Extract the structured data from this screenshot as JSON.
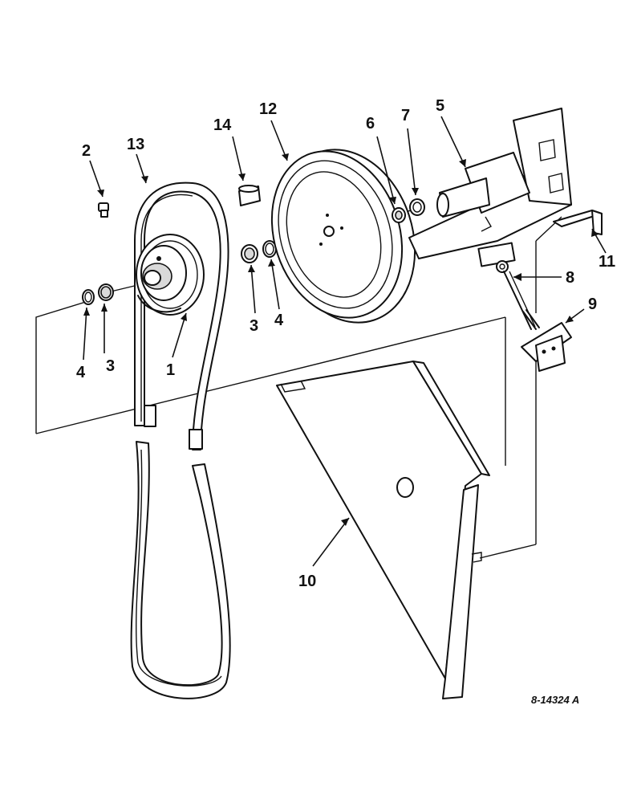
{
  "callouts": [
    {
      "id": "c1",
      "text": "1"
    },
    {
      "id": "c2",
      "text": "2"
    },
    {
      "id": "c3a",
      "text": "3"
    },
    {
      "id": "c3b",
      "text": "3"
    },
    {
      "id": "c4a",
      "text": "4"
    },
    {
      "id": "c4b",
      "text": "4"
    },
    {
      "id": "c5",
      "text": "5"
    },
    {
      "id": "c6",
      "text": "6"
    },
    {
      "id": "c7",
      "text": "7"
    },
    {
      "id": "c8",
      "text": "8"
    },
    {
      "id": "c9",
      "text": "9"
    },
    {
      "id": "c10",
      "text": "10"
    },
    {
      "id": "c11",
      "text": "11"
    },
    {
      "id": "c12",
      "text": "12"
    },
    {
      "id": "c13",
      "text": "13"
    },
    {
      "id": "c14",
      "text": "14"
    }
  ],
  "reference_code": "8-14324 A"
}
